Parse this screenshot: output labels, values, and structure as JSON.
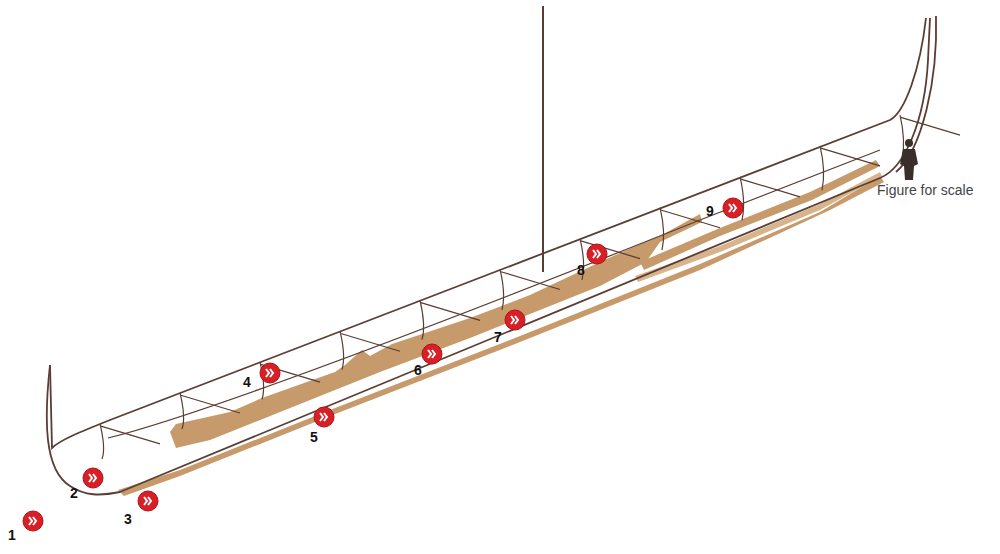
{
  "diagram": {
    "labels": [
      "1",
      "2",
      "3",
      "4",
      "5",
      "6",
      "7",
      "8",
      "9",
      "Figure for scale"
    ]
  }
}
